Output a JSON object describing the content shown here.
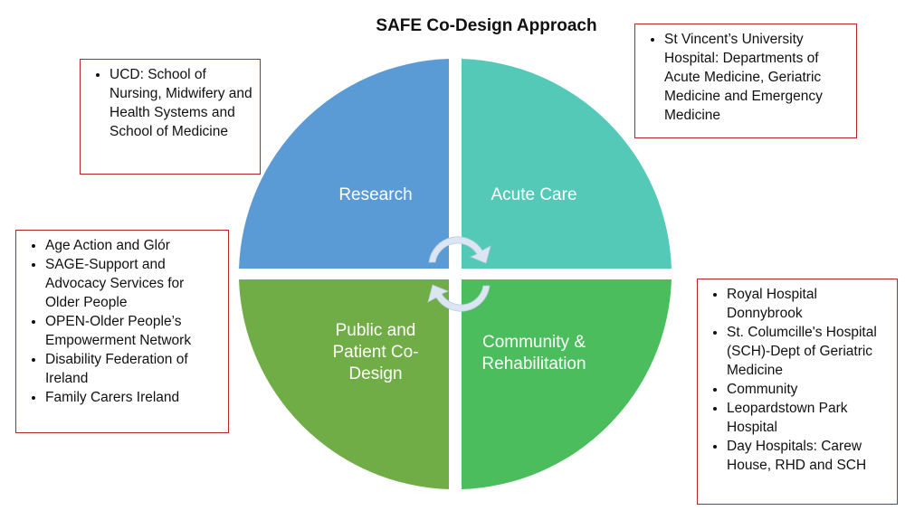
{
  "title": "SAFE Co-Design Approach",
  "colors": {
    "research": "#5b9bd5",
    "acute_care": "#55c9b8",
    "public_patient": "#70ad47",
    "community": "#4cbd5d",
    "box_border": "#b3262a",
    "arrow": "#dbe6f2"
  },
  "quadrants": {
    "research": "Research",
    "acute_care": "Acute Care",
    "public_patient": "Public and Patient Co-Design",
    "community": "Community & Rehabilitation"
  },
  "boxes": {
    "ucd": [
      "UCD: School of Nursing, Midwifery and Health Systems and  School of Medicine"
    ],
    "svuh": [
      "St Vincent’s University Hospital: Departments of Acute Medicine, Geriatric Medicine and Emergency Medicine"
    ],
    "advocacy": [
      "Age Action and Glór",
      "SAGE-Support and Advocacy Services for Older People",
      "OPEN-Older People’s Empowerment Network",
      "Disability Federation of Ireland",
      "Family Carers Ireland"
    ],
    "community": [
      "Royal Hospital Donnybrook",
      "St. Columcille's Hospital (SCH)-Dept of Geriatric Medicine",
      "Community",
      "Leopardstown Park Hospital",
      "Day Hospitals: Carew House, RHD and SCH"
    ]
  }
}
